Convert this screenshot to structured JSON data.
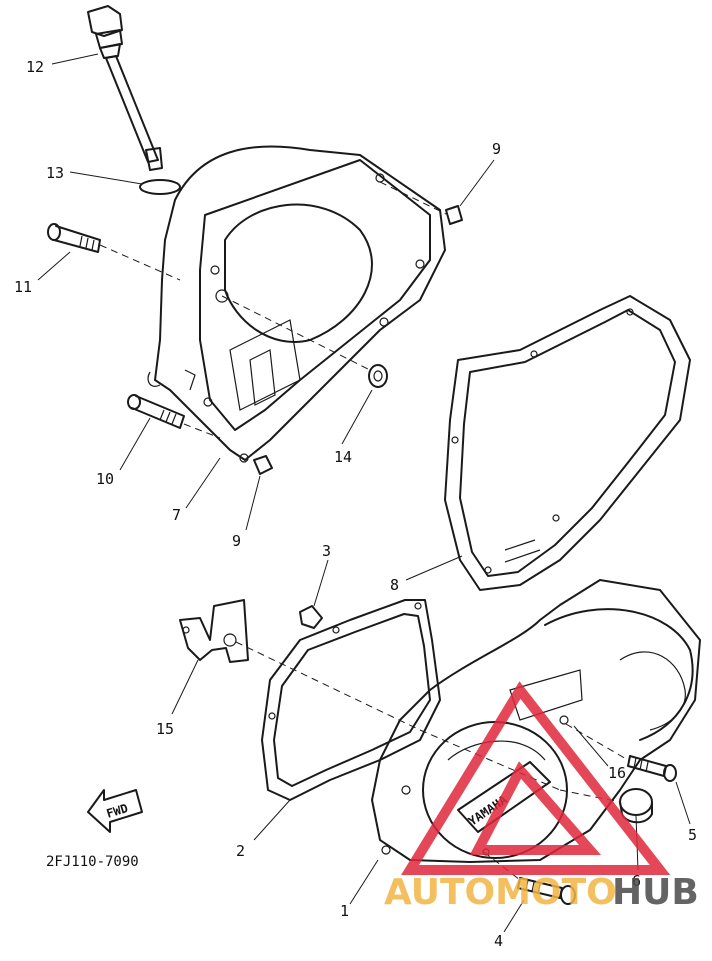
{
  "diagram": {
    "part_numbers": [
      "12",
      "13",
      "11",
      "9",
      "14",
      "10",
      "7",
      "9",
      "8",
      "3",
      "15",
      "16",
      "2",
      "5",
      "6",
      "1",
      "4"
    ],
    "fwd_label": "FWD",
    "drawing_code": "2FJ110-7090",
    "brand_plate": "YAMAHA"
  },
  "watermark": {
    "text_primary": "AUTOMOTO",
    "text_secondary": "HUB",
    "color_primary": "#f2b544",
    "color_secondary": "#4a4a4a",
    "triangle_color": "#e0283a"
  }
}
